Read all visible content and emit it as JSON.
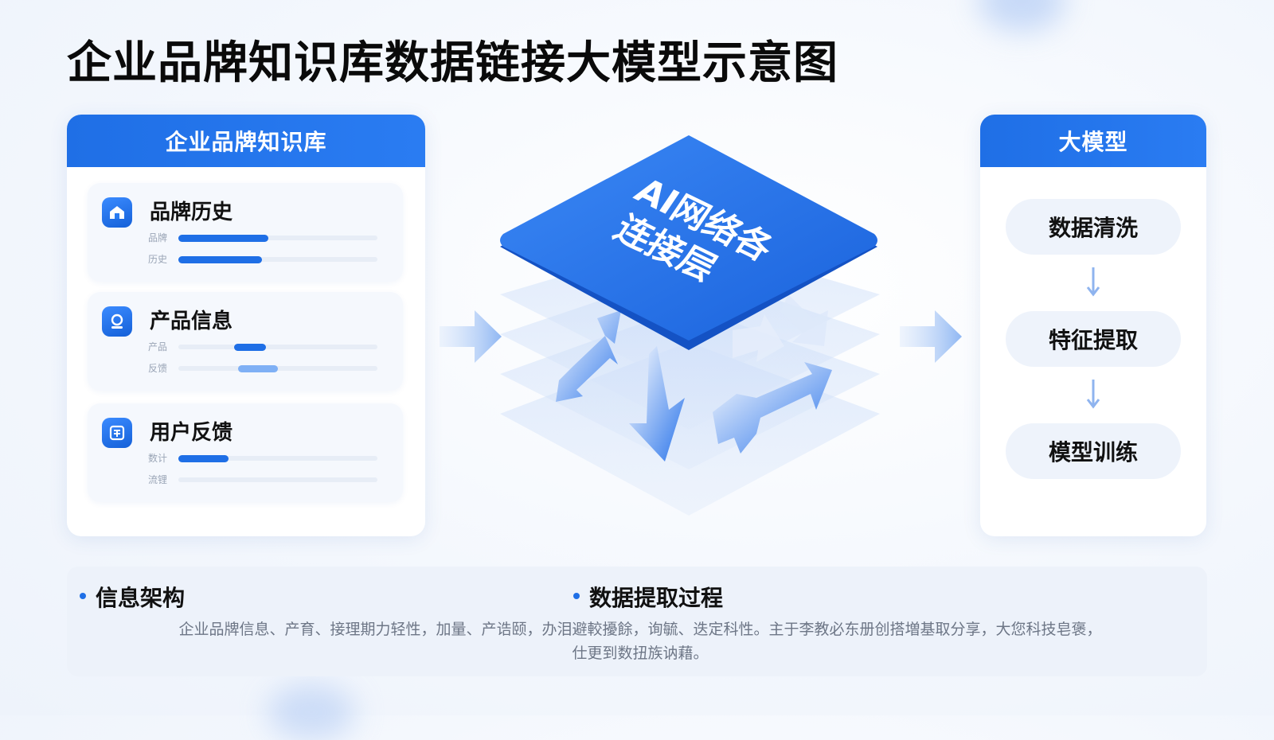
{
  "title": "企业品牌知识库数据链接大模型示意图",
  "left_panel": {
    "header": "企业品牌知识库",
    "cards": [
      {
        "title": "品牌历史",
        "icon": "home-icon",
        "rows": [
          {
            "label": "品牌",
            "fill_start": 0.0,
            "fill_end": 0.45
          },
          {
            "label": "历史",
            "fill_start": 0.0,
            "fill_end": 0.42
          }
        ]
      },
      {
        "title": "产品信息",
        "icon": "user-icon",
        "rows": [
          {
            "label": "产品",
            "fill_start": 0.28,
            "fill_end": 0.44
          },
          {
            "label": "反馈",
            "fill_start": 0.3,
            "fill_end": 0.5
          }
        ]
      },
      {
        "title": "用户反馈",
        "icon": "document-icon",
        "rows": [
          {
            "label": "数计",
            "fill_start": 0.0,
            "fill_end": 0.25
          },
          {
            "label": "流锂",
            "fill_start": 0.0,
            "fill_end": 0.0
          }
        ]
      }
    ]
  },
  "center": {
    "layer_label_line1": "AI网络各",
    "layer_label_line2": "连接层"
  },
  "right_panel": {
    "header": "大模型",
    "steps": [
      "数据清洗",
      "特征提取",
      "模型训练"
    ]
  },
  "bottom": {
    "bullet1": "信息架构",
    "bullet2": "数据提取过程",
    "desc_line1": "企业品牌信息、产育、接理期力轻性，加量、产诰颐，办泪避較擾餘，询毓、迭定科性。主于李教必东册创搭増基取分享，大您科技皂褒，",
    "desc_line2": "仕更到数扭族讷藉。"
  },
  "colors": {
    "accent": "#1f6fe6",
    "light": "#eef3fb"
  }
}
